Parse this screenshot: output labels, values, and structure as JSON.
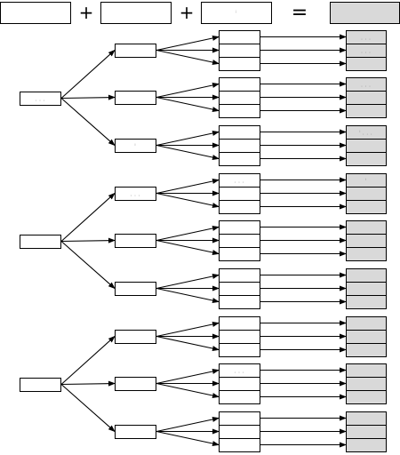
{
  "header": {
    "boxes": [
      {
        "label": ""
      },
      {
        "label": ""
      },
      {
        "label": "ⁱ"
      }
    ],
    "operators": [
      "+",
      "+",
      "="
    ],
    "result": {
      "label": ""
    }
  },
  "tree": {
    "groups": [
      {
        "root": {
          "label": ". . ."
        },
        "branches": [
          {
            "label": "",
            "leaves": [
              {
                "label": "",
                "results": [
                  ". . .",
                  ". . ."
                ]
              },
              {
                "label": "",
                "results": [
                  ". . .",
                  ". . ."
                ]
              },
              {
                "label": "",
                "results": [
                  "",
                  ""
                ]
              }
            ]
          },
          {
            "label": "",
            "leaves": [
              {
                "label": "",
                "results": [
                  ". . .",
                  ""
                ]
              },
              {
                "label": "",
                "results": [
                  "",
                  ""
                ]
              },
              {
                "label": "",
                "results": [
                  "",
                  ""
                ]
              }
            ]
          },
          {
            "label": "ⁱ",
            "leaves": [
              {
                "label": "",
                "results": [
                  "ⁱ . . .",
                  ""
                ]
              },
              {
                "label": "",
                "results": [
                  "",
                  ""
                ]
              },
              {
                "label": "",
                "results": [
                  "",
                  ""
                ]
              }
            ]
          }
        ]
      },
      {
        "root": {
          "label": ""
        },
        "branches": [
          {
            "label": ". . .",
            "leaves": [
              {
                "label": ". . .",
                "results": [
                  "ⁱ",
                  ""
                ]
              },
              {
                "label": "",
                "results": [
                  "",
                  ""
                ]
              },
              {
                "label": "",
                "results": [
                  "",
                  ""
                ]
              }
            ]
          },
          {
            "label": "",
            "leaves": [
              {
                "label": "",
                "results": [
                  "",
                  ""
                ]
              },
              {
                "label": "",
                "results": [
                  "",
                  ""
                ]
              },
              {
                "label": "",
                "results": [
                  "",
                  ""
                ]
              }
            ]
          },
          {
            "label": "",
            "leaves": [
              {
                "label": "",
                "results": [
                  "",
                  ""
                ]
              },
              {
                "label": "",
                "results": [
                  "",
                  ""
                ]
              },
              {
                "label": "",
                "results": [
                  "",
                  ""
                ]
              }
            ]
          }
        ]
      },
      {
        "root": {
          "label": ""
        },
        "branches": [
          {
            "label": "",
            "leaves": [
              {
                "label": "",
                "results": [
                  "",
                  ""
                ]
              },
              {
                "label": "",
                "results": [
                  "",
                  ""
                ]
              },
              {
                "label": "",
                "results": [
                  "",
                  ""
                ]
              }
            ]
          },
          {
            "label": "",
            "leaves": [
              {
                "label": ". . .",
                "results": [
                  "",
                  ""
                ]
              },
              {
                "label": "",
                "results": [
                  "",
                  ""
                ]
              },
              {
                "label": "",
                "results": [
                  "",
                  ""
                ]
              }
            ]
          },
          {
            "label": "",
            "leaves": [
              {
                "label": "",
                "results": [
                  "",
                  ""
                ]
              },
              {
                "label": "",
                "results": [
                  "",
                  ""
                ]
              },
              {
                "label": "",
                "results": [
                  "",
                  ""
                ]
              }
            ]
          }
        ]
      }
    ]
  },
  "colors": {
    "stroke": "#000000",
    "box_fill": "#ffffff",
    "result_fill": "#d9d9d9",
    "label": "#9a9a9a"
  }
}
